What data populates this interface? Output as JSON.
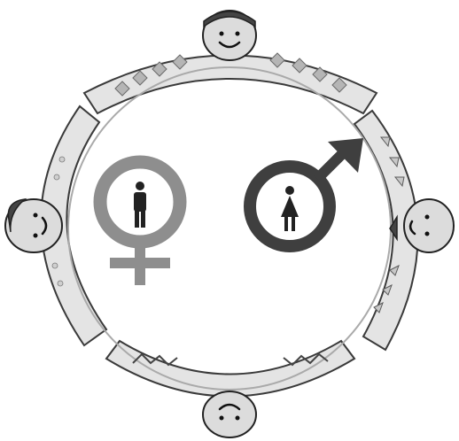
{
  "scene": {
    "description_symbols": [
      "venus-symbol",
      "mars-symbol"
    ],
    "people_count": 4,
    "colors": {
      "band_fill": "#e4e4e4",
      "band_stroke": "#3a3a3a",
      "venus": "#8e8e8e",
      "mars": "#3f3f3f",
      "figure": "#222222"
    },
    "icons": {
      "venus": "venus-symbol-with-man-figure",
      "mars": "mars-symbol-with-woman-figure",
      "faces": [
        "smiling-face-top",
        "face-left",
        "face-right",
        "face-bottom"
      ]
    }
  }
}
